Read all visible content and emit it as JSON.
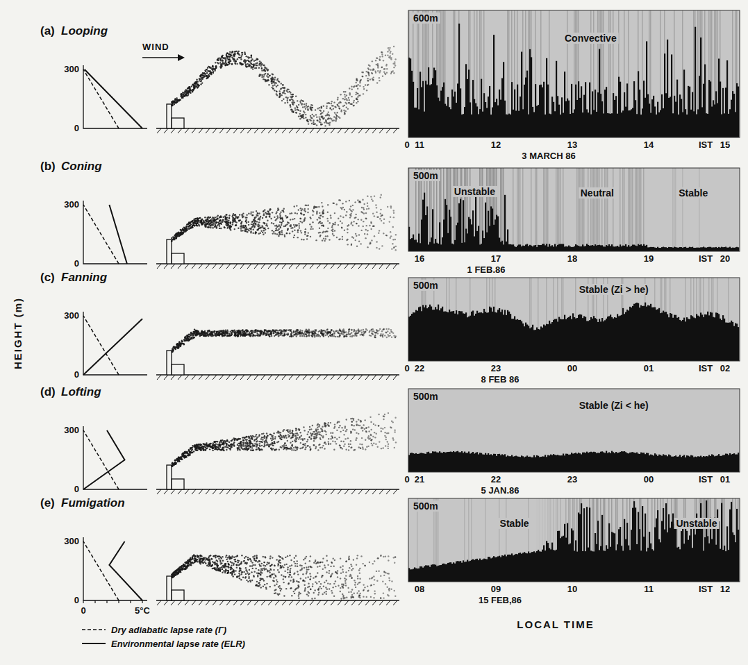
{
  "diagram": {
    "labels": [
      "(a)",
      "Looping",
      "300",
      "0",
      "(b)",
      "Coning",
      "300",
      "0",
      "(c)",
      "Fanning",
      "300",
      "0",
      "(d)",
      "Lofting",
      "300",
      "0",
      "(e)",
      "Fumigation",
      "300",
      "0",
      "WIND",
      "0",
      "5°C",
      "HEIGHT (m)",
      "600m",
      "Convective",
      "0",
      "11",
      "12",
      "13",
      "14",
      "IST",
      "15",
      "3 MARCH 86",
      "500m",
      "Unstable",
      "Neutral",
      "Stable",
      "16",
      "17",
      "18",
      "19",
      "IST",
      "20",
      "1 FEB.86",
      "500m",
      "Stable (Zi > he)",
      "0",
      "22",
      "23",
      "00",
      "01",
      "IST",
      "02",
      "8 FEB 86",
      "500m",
      "Stable (Zi < he)",
      "0",
      "21",
      "22",
      "23",
      "00",
      "IST",
      "01",
      "5 JAN.86",
      "500m",
      "Stable",
      "Unstable",
      "08",
      "09",
      "10",
      "11",
      "IST",
      "12",
      "15 FEB,86",
      "LOCAL TIME"
    ],
    "legend": [
      {
        "text": "Dry adiabatic lapse rate (Γ)"
      },
      {
        "text": "Environmental lapse rate (ELR)"
      }
    ]
  }
}
